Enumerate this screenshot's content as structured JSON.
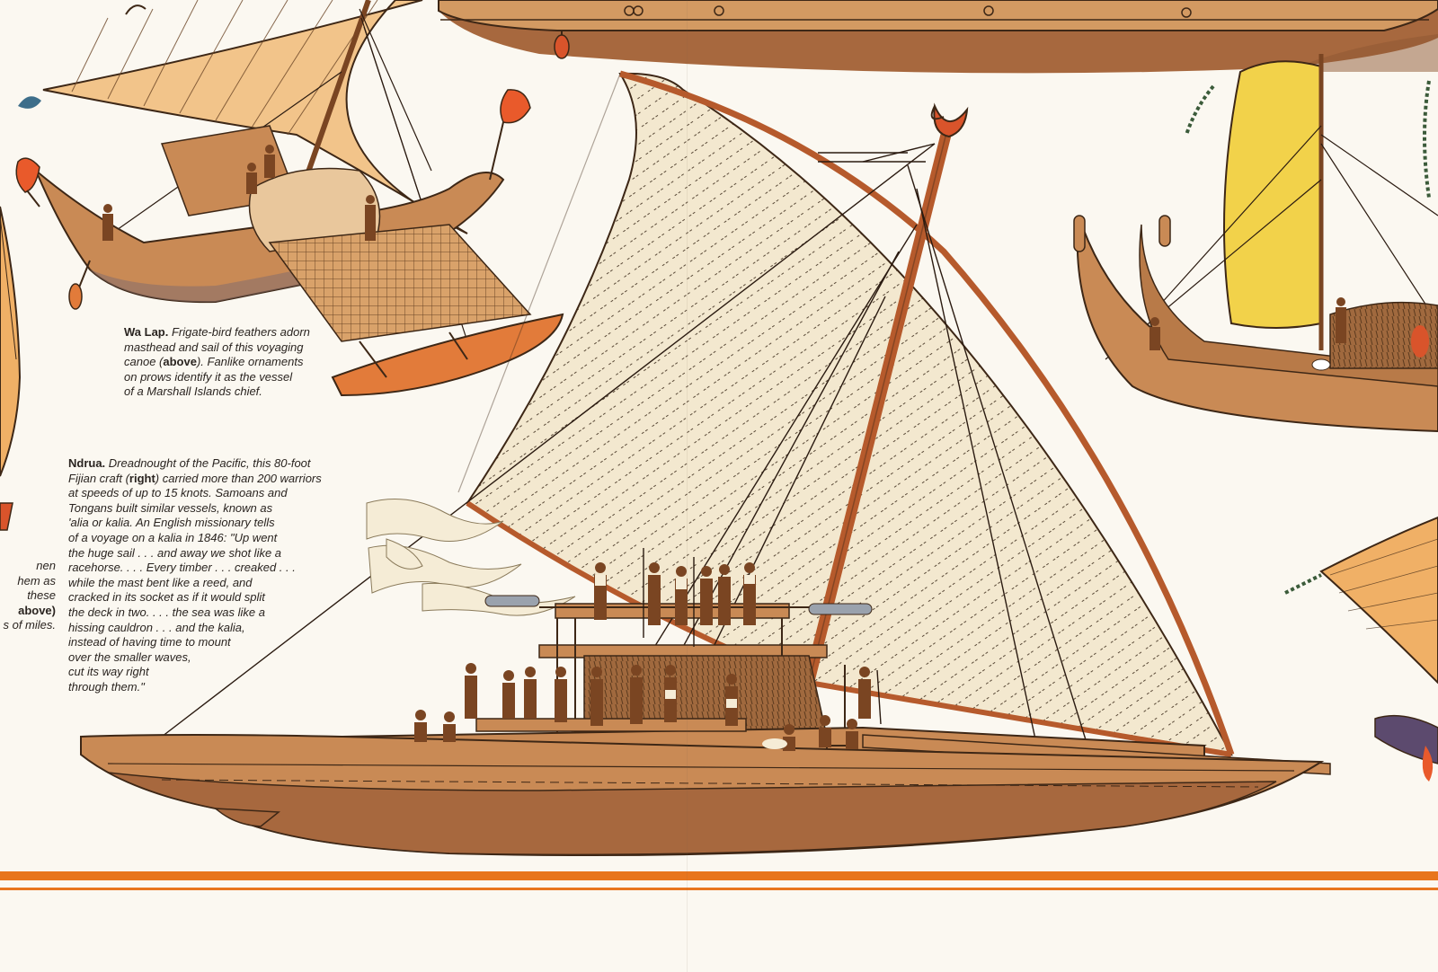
{
  "walap": {
    "lead": "Wa Lap.",
    "line1_rest": " Frigate-bird feathers adorn",
    "line2": "masthead and sail of this voyaging",
    "line3_pre": "canoe (",
    "line3_bold": "above",
    "line3_post": "). Fanlike ornaments",
    "line4": "on prows identify it as the vessel",
    "line5": "of a Marshall Islands chief."
  },
  "ndrua": {
    "lead": "Ndrua.",
    "line1_rest": " Dreadnought of the Pacific, this 80-foot",
    "line2_pre": "Fijian craft (",
    "line2_bold": "right",
    "line2_post": ") carried more than 200 warriors",
    "line3": "at speeds of up to 15 knots. Samoans and",
    "line4": "Tongans built similar vessels, known as",
    "line5": "'alia or kalia. An English missionary tells",
    "line6": "of a voyage on a kalia in 1846: \"Up went",
    "line7": "the huge sail . . . and away we shot like a",
    "line8": "racehorse. . . . Every timber . . . creaked . . .",
    "line9": "while the mast bent like a reed, and",
    "line10": "cracked in its socket as if it would split",
    "line11": "the deck in two. . . . the sea was like a",
    "line12": "hissing cauldron . . . and the kalia,",
    "line13": "instead of having time to mount",
    "line14": "over the smaller waves,",
    "line15": "cut its way right",
    "line16": "through them.\""
  },
  "edge": {
    "line1": "nen",
    "line2": "hem as",
    "line3": "these",
    "line4_bold": "above)",
    "line5": "s of miles."
  },
  "colors": {
    "paper": "#fbf8f1",
    "hull": "#c98a55",
    "hull_dark": "#a7683e",
    "sail_cream": "#f3e8cf",
    "sail_orange": "#f0b066",
    "sail_yellow": "#f2d24a",
    "rule_orange": "#e8751d"
  }
}
